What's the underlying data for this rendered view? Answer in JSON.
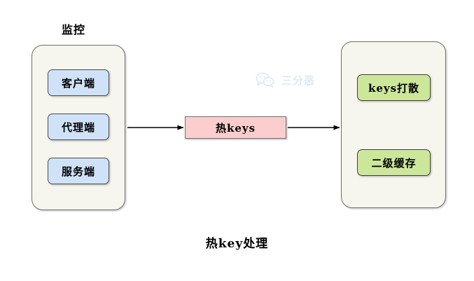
{
  "diagram": {
    "caption": "热key处理",
    "background": "#ffffff",
    "groups": [
      {
        "id": "monitor",
        "title": "监控",
        "fill": "#f7f6ee",
        "stroke": "#6f6f64",
        "nodes": [
          {
            "id": "client",
            "label": "客户端",
            "fill": "#cfe2f8",
            "stroke": "#4a4a55"
          },
          {
            "id": "proxy",
            "label": "代理端",
            "fill": "#cfe2f8",
            "stroke": "#4a4a55"
          },
          {
            "id": "server",
            "label": "服务端",
            "fill": "#cfe2f8",
            "stroke": "#4a4a55"
          }
        ]
      },
      {
        "id": "solution",
        "title": "",
        "fill": "#f7f6ee",
        "stroke": "#6f6f64",
        "nodes": [
          {
            "id": "keys-split",
            "label": "keys打散",
            "fill": "#cce79a",
            "stroke": "#3f3f3a"
          },
          {
            "id": "l2-cache",
            "label": "二级缓存",
            "fill": "#cce79a",
            "stroke": "#3f3f3a"
          }
        ]
      }
    ],
    "middle_node": {
      "id": "hot-keys",
      "label": "热keys",
      "fill": "#fbcdcd",
      "stroke": "#6f6f76"
    },
    "arrows": [
      {
        "id": "monitor-to-hotkeys",
        "from": "monitor-group",
        "to": "hot-keys",
        "stroke": "#000000"
      },
      {
        "id": "hotkeys-to-solution",
        "from": "hot-keys",
        "to": "solution-group",
        "stroke": "#000000"
      }
    ],
    "watermark": {
      "text": "三分恶",
      "icon": "wechat-logo-icon",
      "color": "#dce9f7"
    }
  }
}
